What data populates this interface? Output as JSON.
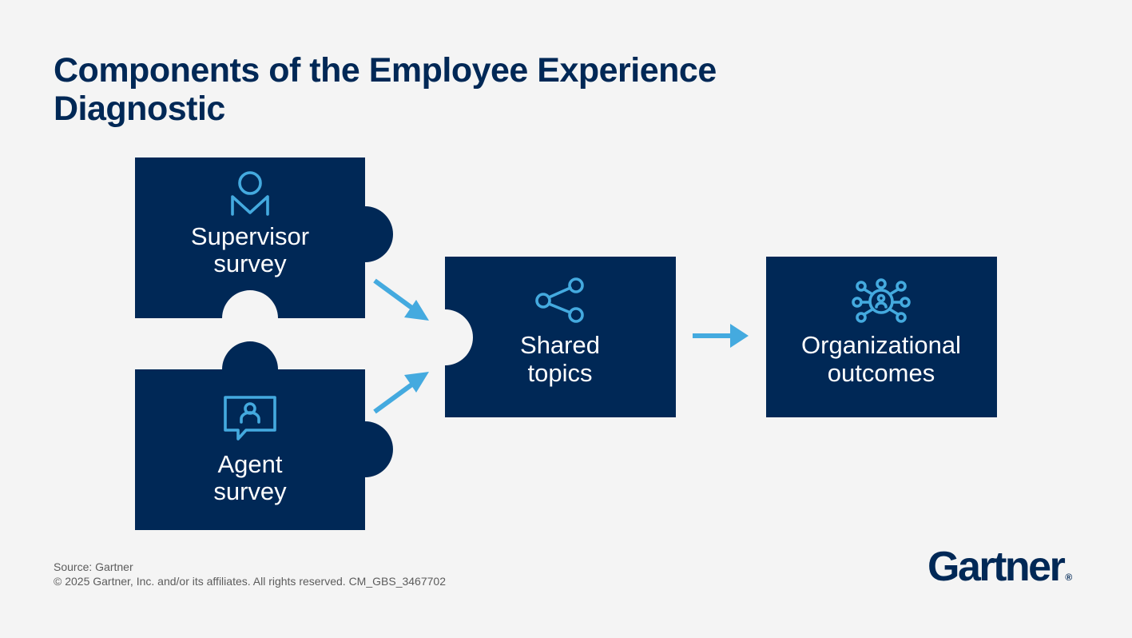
{
  "title": "Components of the Employee Experience Diagnostic",
  "pieces": {
    "supervisor": {
      "line1": "Supervisor",
      "line2": "survey",
      "icon": "supervisor-person-icon"
    },
    "agent": {
      "line1": "Agent",
      "line2": "survey",
      "icon": "agent-chat-person-icon"
    },
    "shared": {
      "line1": "Shared",
      "line2": "topics",
      "icon": "share-nodes-icon"
    },
    "outcomes": {
      "line1": "Organizational",
      "line2": "outcomes",
      "icon": "network-person-icon"
    }
  },
  "footer": {
    "source": "Source: Gartner",
    "copyright": "© 2025 Gartner, Inc. and/or its affiliates. All rights reserved. CM_GBS_3467702"
  },
  "logo": {
    "text": "Gartner",
    "mark": "®"
  },
  "colors": {
    "navy": "#002856",
    "accent": "#44aadf",
    "background": "#f4f4f4"
  }
}
